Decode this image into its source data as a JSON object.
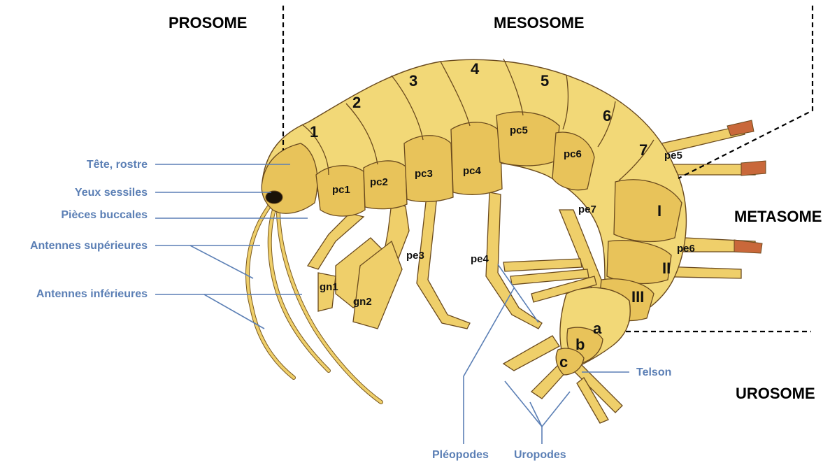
{
  "regions": {
    "prosome": "PROSOME",
    "mesosome": "MESOSOME",
    "metasome": "METASOME",
    "urosome": "UROSOME"
  },
  "left_labels": {
    "head": "Tête, rostre",
    "eyes": "Yeux sessiles",
    "mouthparts": "Pièces buccales",
    "upper_antennae": "Antennes supérieures",
    "lower_antennae": "Antennes inférieures"
  },
  "bottom_labels": {
    "pleopods": "Pléopodes",
    "uropods": "Uropodes",
    "telson": "Telson"
  },
  "segments": [
    "1",
    "2",
    "3",
    "4",
    "5",
    "6",
    "7"
  ],
  "metasome_segments": [
    "I",
    "II",
    "III"
  ],
  "urosome_segments": [
    "a",
    "b",
    "c"
  ],
  "coxal_plates": [
    "pc1",
    "pc2",
    "pc3",
    "pc4",
    "pc5",
    "pc6"
  ],
  "gnathopods": [
    "gn1",
    "gn2"
  ],
  "pereopods": [
    "pe3",
    "pe4",
    "pe5",
    "pe6",
    "pe7"
  ],
  "colors": {
    "label_blue": "#5b7fb5",
    "body_yellow": "#f2d877",
    "outline_brown": "#6a4a1e"
  }
}
